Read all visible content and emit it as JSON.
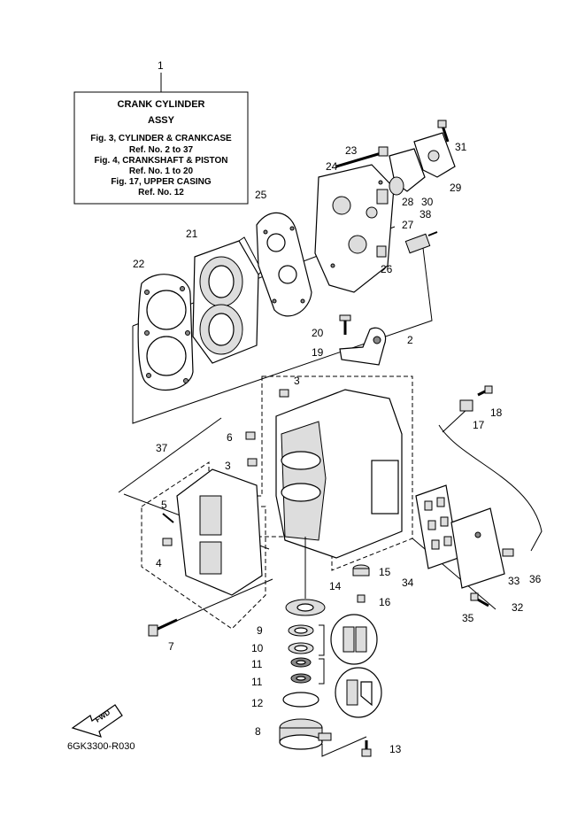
{
  "assembly_box": {
    "ref": "1",
    "title_line1": "CRANK  CYLINDER",
    "title_line2": "ASSY",
    "lines": [
      "Fig. 3, CYLINDER & CRANKCASE",
      "Ref. No. 2 to 37",
      "Fig. 4, CRANKSHAFT & PISTON",
      "Ref. No. 1 to 20",
      "Fig. 17, UPPER CASING",
      "Ref. No. 12"
    ]
  },
  "fwd_label": "FWD",
  "diagram_code": "6GK3300-R030",
  "callouts": {
    "c2": "2",
    "c3a": "3",
    "c3b": "3",
    "c4": "4",
    "c5": "5",
    "c6": "6",
    "c7": "7",
    "c8": "8",
    "c9": "9",
    "c10": "10",
    "c11a": "11",
    "c11b": "11",
    "c12": "12",
    "c13": "13",
    "c14": "14",
    "c15": "15",
    "c16": "16",
    "c17": "17",
    "c18": "18",
    "c19": "19",
    "c20": "20",
    "c21": "21",
    "c22": "22",
    "c23": "23",
    "c24": "24",
    "c25": "25",
    "c26": "26",
    "c27": "27",
    "c28": "28",
    "c29": "29",
    "c30": "30",
    "c31": "31",
    "c32": "32",
    "c33": "33",
    "c34": "34",
    "c35": "35",
    "c36": "36",
    "c37": "37",
    "c38": "38"
  }
}
